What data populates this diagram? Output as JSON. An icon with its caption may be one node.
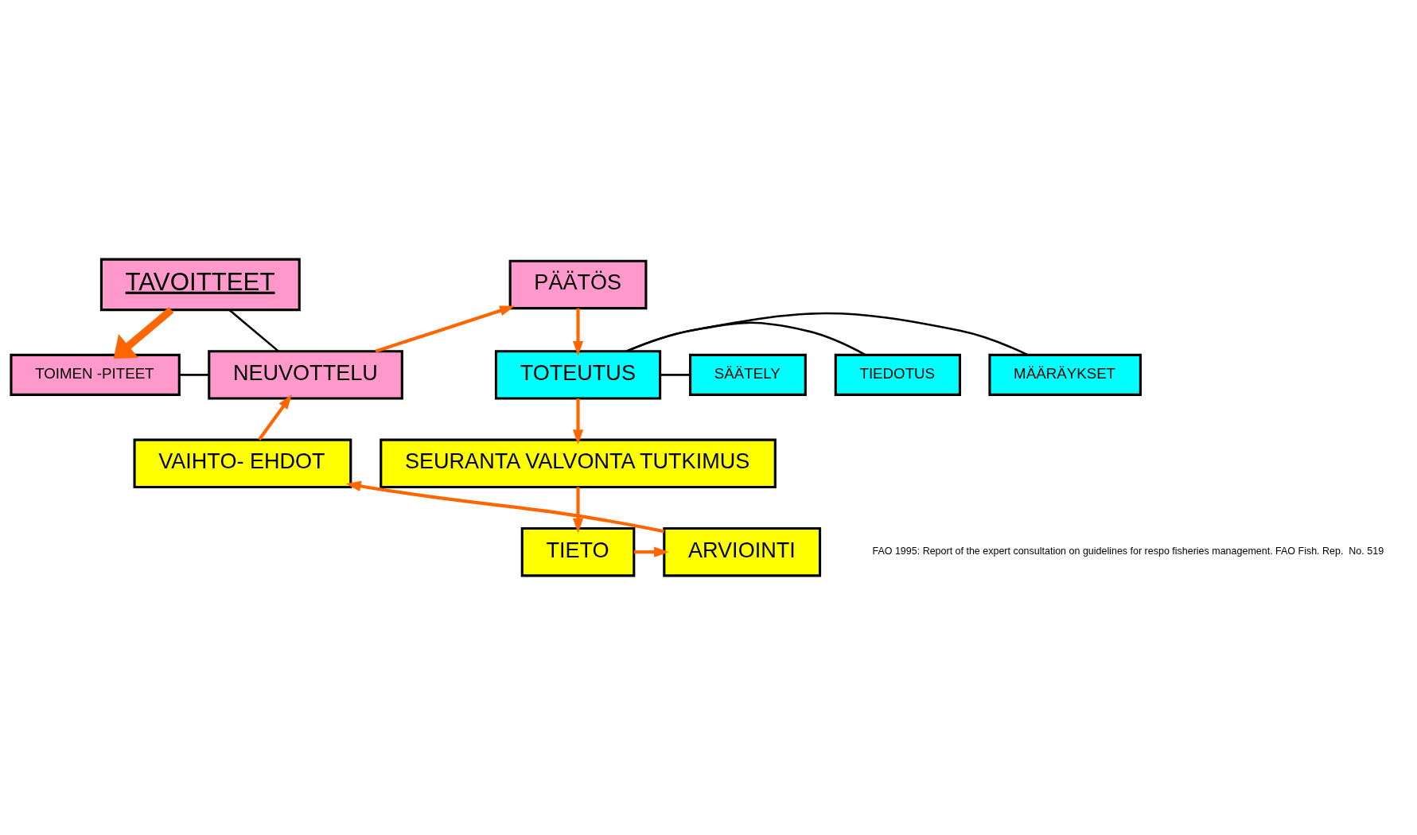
{
  "diagram": {
    "nodes": [
      {
        "text": [
          "TAVOITTEET"
        ]
      },
      {
        "text": [
          "PÄÄTÖS"
        ]
      },
      {
        "text": [
          "TOIMEN -PITEET"
        ]
      },
      {
        "text": [
          "NEUVOTTELU"
        ]
      },
      {
        "text": [
          "MÄÄRÄYKSET"
        ]
      },
      {
        "text": [
          "TIEDOTUS"
        ]
      },
      {
        "text": [
          "TOTEUTUS"
        ]
      },
      {
        "text": [
          "SÄÄTELY"
        ]
      },
      {
        "text": [
          "VAIHTO- EHDOT"
        ]
      },
      {
        "text": [
          "SEURANTA VALVONTA TUTKIMUS"
        ]
      },
      {
        "text": [
          "ARVIOINTI"
        ]
      },
      {
        "text": [
          "TIETO"
        ]
      }
    ],
    "edges": [
      {
        "from": 0,
        "to": 2,
        "arrow": "to",
        "style": "thick"
      },
      {
        "from": 0,
        "to": 3,
        "arrow": "none",
        "color": "#000000"
      },
      {
        "from": 2,
        "to": 3,
        "arrow": "none",
        "color": "#000000"
      },
      {
        "from": 3,
        "to": 1,
        "arrow": "to"
      },
      {
        "from": 1,
        "to": 6,
        "arrow": "to"
      },
      {
        "from": 6,
        "to": 4,
        "arrow": "none",
        "color": "#000000"
      },
      {
        "from": 6,
        "to": 5,
        "arrow": "none",
        "color": "#000000"
      },
      {
        "from": 6,
        "to": 7,
        "arrow": "none",
        "color": "#000000"
      },
      {
        "from": 6,
        "to": 9,
        "arrow": "to"
      },
      {
        "from": 9,
        "to": 11,
        "arrow": "to"
      },
      {
        "from": 11,
        "to": 10,
        "arrow": "to"
      },
      {
        "from": 10,
        "to": 8,
        "arrow": "to"
      },
      {
        "from": 8,
        "to": 3,
        "arrow": "to"
      }
    ],
    "labels": [
      "FAO 1995: Report of the expert consultation on guidelines for respo fisheries management. FAO Fish. Rep.  No. 519"
    ]
  }
}
